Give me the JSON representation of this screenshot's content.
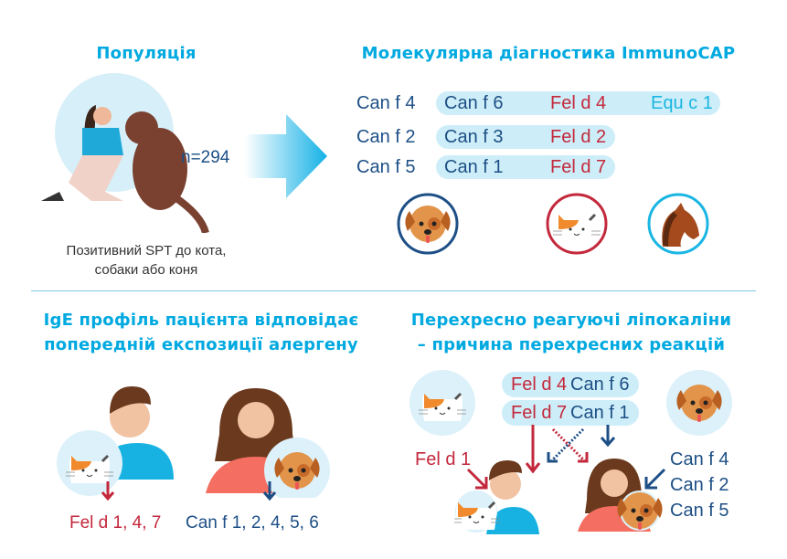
{
  "population": {
    "title": "Популяція",
    "count": "n=294",
    "caption_line1": "Позитивний SPT до кота,",
    "caption_line2": "собаки або коня"
  },
  "molecular": {
    "title": "Молекулярна діагностика ImmunoCAP",
    "rows": [
      {
        "dog_only": "Can f 4",
        "dog_lipocalin": "Can f 6",
        "cat": "Fel d 4",
        "horse": "Equ c 1"
      },
      {
        "dog_only": "Can f 2",
        "dog_lipocalin": "Can f 3",
        "cat": "Fel d 2"
      },
      {
        "dog_only": "Can f 5",
        "dog_lipocalin": "Can f 1",
        "cat": "Fel d 7"
      }
    ]
  },
  "ige_profile": {
    "title_line1": "IgE профіль пацієнта відповідає",
    "title_line2": "попередній експозиції алергену",
    "cat_result": "Fel d 1, 4, 7",
    "dog_result": "Can f 1, 2, 4, 5, 6"
  },
  "cross": {
    "title_line1": "Перехресно реагуючі ліпокаліни",
    "title_line2": "– причина перехресних реакцій",
    "pair1_cat": "Fel d 4",
    "pair1_dog": "Can f 6",
    "pair2_cat": "Fel d 7",
    "pair2_dog": "Can f 1",
    "cat_specific": "Fel d 1",
    "dog_specific": [
      "Can f 4",
      "Can f 2",
      "Can f 5"
    ]
  },
  "colors": {
    "title": "#00a9e0",
    "dog": "#1d4f86",
    "cat": "#c3283c",
    "horse": "#19b6e3",
    "pill": "#cdeef8"
  }
}
